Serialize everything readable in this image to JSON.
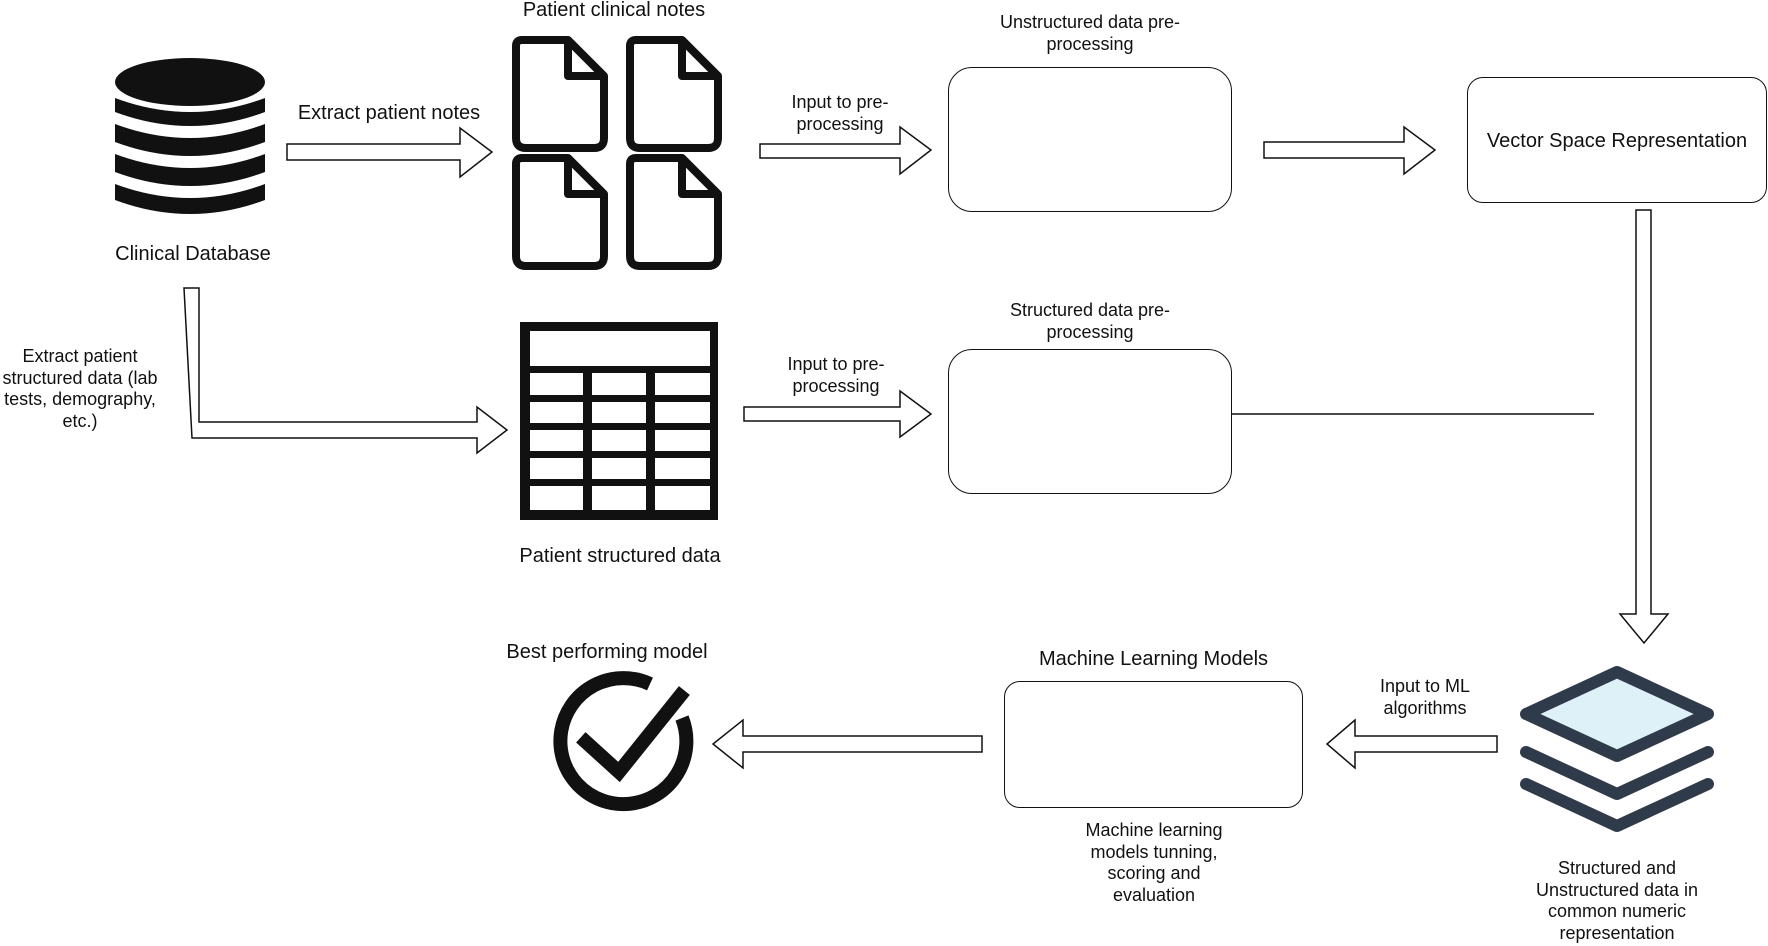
{
  "nodes": {
    "clinical_database": "Clinical Database",
    "patient_clinical_notes": "Patient clinical notes",
    "patient_structured_data": "Patient structured data",
    "unstructured_preprocessing": "Unstructured data pre-\nprocessing",
    "structured_preprocessing": "Structured data pre-\nprocessing",
    "vector_space": "Vector Space Representation",
    "common_representation": "Structured and\nUnstructured data in\ncommon numeric\nrepresentation",
    "ml_models_title": "Machine Learning Models",
    "ml_models_desc": "Machine learning\nmodels tunning,\nscoring and\nevaluation",
    "best_model": "Best performing model"
  },
  "edges": {
    "extract_notes": "Extract patient notes",
    "extract_structured": "Extract patient\nstructured data (lab\ntests, demography,\netc.)",
    "input_preproc_notes": "Input to pre-\nprocessing",
    "input_preproc_structured": "Input to pre-\nprocessing",
    "input_ml": "Input to ML\nalgorithms"
  },
  "colors": {
    "stroke": "#111111",
    "layer_fill": "#dff1f8",
    "layer_stroke": "#2f3a4a",
    "cycle_icon": "#3a3a3a"
  },
  "icons": [
    "database-icon",
    "document-icon",
    "table-icon",
    "gear-icon",
    "layers-icon",
    "cycle-icon",
    "check-circle-icon"
  ]
}
